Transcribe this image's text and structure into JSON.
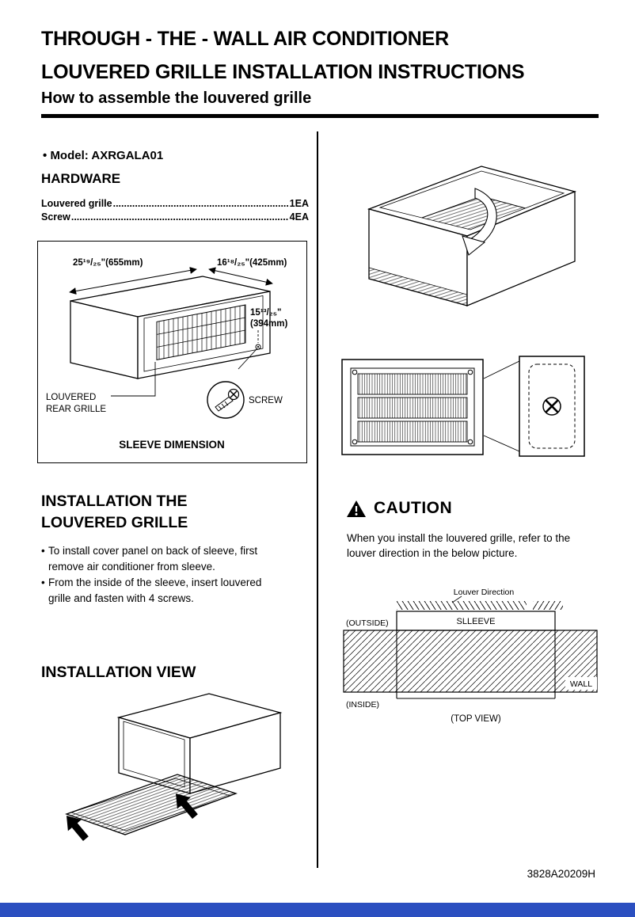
{
  "colors": {
    "footer_bar": "#2b4fc0",
    "ink": "#000000"
  },
  "header": {
    "title_line1": "THROUGH - THE - WALL AIR CONDITIONER",
    "title_line2": "LOUVERED GRILLE INSTALLATION INSTRUCTIONS",
    "subtitle": "How to assemble the louvered grille"
  },
  "model": {
    "bullet": "•",
    "label": "Model: AXRGALA01"
  },
  "hardware": {
    "title": "HARDWARE",
    "items": [
      {
        "label": "Louvered grille",
        "dots": "............................................................................................................",
        "qty": "1EA"
      },
      {
        "label": "Screw",
        "dots": "........................................................................................................................",
        "qty": "4EA"
      }
    ]
  },
  "sleeve_dimension": {
    "dim_width": "25¹⁹/₂₅\"(655mm)",
    "dim_depth": "16¹⁸/₂₅\"(425mm)",
    "dim_height_line1": "15¹³/₂₅\"",
    "dim_height_line2": "(394mm)",
    "grille_label_line1": "LOUVERED",
    "grille_label_line2": "REAR GRILLE",
    "screw_label": "SCREW",
    "caption": "SLEEVE DIMENSION"
  },
  "installation": {
    "title_line1": "INSTALLATION THE",
    "title_line2": "LOUVERED GRILLE",
    "bullet": "•",
    "steps": [
      "To install cover panel on back of sleeve, first remove air conditioner from sleeve.",
      "From the inside of the sleeve, insert louvered grille and fasten with 4 screws."
    ],
    "view_title": "INSTALLATION VIEW"
  },
  "caution": {
    "title": "CAUTION",
    "text": "When you install the louvered grille, refer to the louver direction in the below picture.",
    "diagram": {
      "louver_direction": "Louver Direction",
      "outside": "(OUTSIDE)",
      "sleeve": "SLLEEVE",
      "wall": "WALL",
      "inside": "(INSIDE)",
      "caption": "(TOP VIEW)"
    }
  },
  "footer": {
    "doc_code": "3828A20209H"
  }
}
